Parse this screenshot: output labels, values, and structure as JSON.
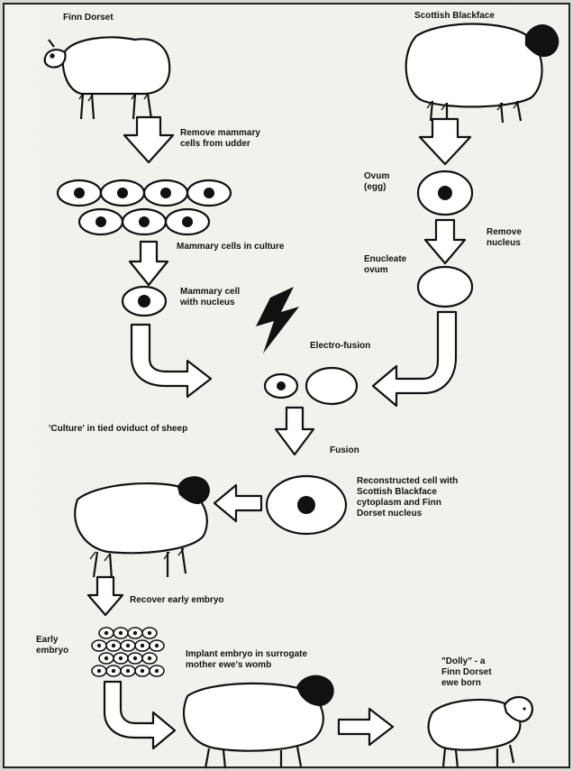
{
  "labels": {
    "finn_dorset": "Finn Dorset",
    "scottish_blackface": "Scottish Blackface",
    "remove_mammary": "Remove mammary\ncells from udder",
    "ovum": "Ovum\n(egg)",
    "remove_nucleus": "Remove\nnucleus",
    "mammary_culture": "Mammary cells in culture",
    "enucleate_ovum": "Enucleate\novum",
    "mammary_cell_nucleus": "Mammary cell\nwith nucleus",
    "electro_fusion": "Electro-fusion",
    "culture_oviduct": "'Culture' in tied oviduct of sheep",
    "fusion": "Fusion",
    "reconstructed": "Reconstructed cell with\nScottish Blackface\ncytoplasm and Finn\nDorset nucleus",
    "recover_embryo": "Recover early embryo",
    "early_embryo": "Early\nembryo",
    "implant_embryo": "Implant embryo in surrogate\nmother ewe's womb",
    "dolly": "\"Dolly\" - a\nFinn Dorset\newe born"
  },
  "colors": {
    "ink": "#111111",
    "paper": "#f4f4ee",
    "background": "#d8d8d2"
  }
}
